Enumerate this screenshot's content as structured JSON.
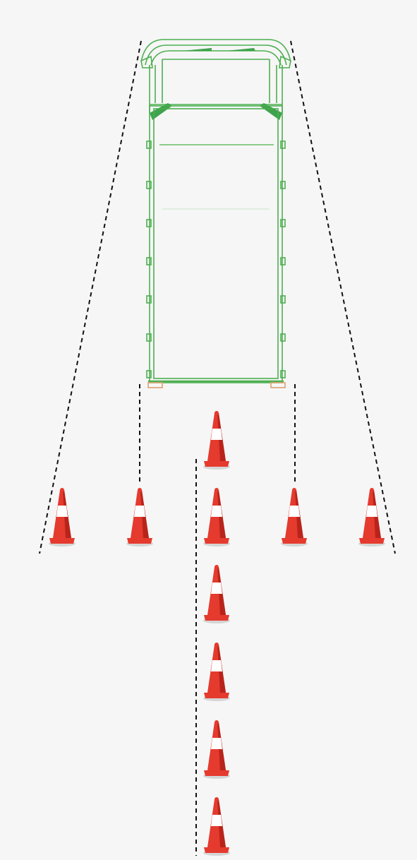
{
  "colors": {
    "background": "#f6f6f6",
    "truck_outline": "#4caf50",
    "truck_fill": "#3fa34d",
    "guide_line": "#111111",
    "cone_body": "#e53a2e",
    "cone_shade": "#b8241b",
    "cone_stripe": "#ffffff",
    "wheel_block": "#e0a070"
  },
  "icons": {
    "vehicle": "truck-top-view-icon",
    "cone": "traffic-cone-icon"
  },
  "cones": {
    "front_row_count": 1,
    "middle_row_count": 5,
    "center_column_count": 4
  }
}
